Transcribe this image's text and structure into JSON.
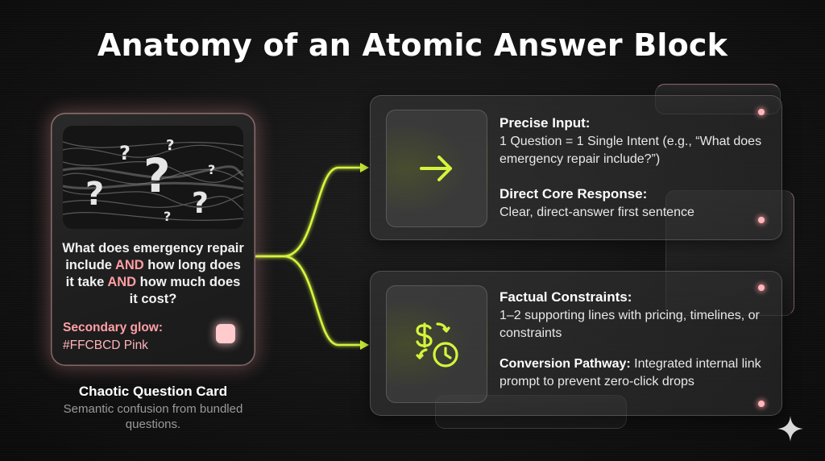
{
  "title": "Anatomy of an Atomic Answer Block",
  "left_card": {
    "question_part1": "What does emergency repair include ",
    "and1": "AND",
    "question_part2": " how long does it take ",
    "and2": "AND",
    "question_part3": " how much does it cost?",
    "glow_label": "Secondary glow:",
    "glow_value": "#FFCBCD Pink",
    "swatch_color": "#FFCBCD",
    "caption_title": "Chaotic Question Card",
    "caption_sub": "Semantic confusion from bundled questions.",
    "image_icon": "question-marks-tangle"
  },
  "top_panel": {
    "icon": "arrow-right-icon",
    "section1_title": "Precise Input:",
    "section1_body": "1 Question = 1 Single Intent (e.g., “What does emergency repair include?”)",
    "section2_title": "Direct Core Response:",
    "section2_body": "Clear, direct-answer first sentence"
  },
  "bottom_panel": {
    "icon": "dollar-clock-icon",
    "section1_title": "Factual Constraints:",
    "section1_body": "1–2 supporting lines with pricing, timelines, or constraints",
    "section2_title": "Conversion Pathway:",
    "section2_body": "Integrated internal link prompt to prevent zero-click drops"
  },
  "colors": {
    "accent_lime": "#D4F53C",
    "glow_pink": "#FFCBCD",
    "highlight_text": "#FF9EA4"
  }
}
